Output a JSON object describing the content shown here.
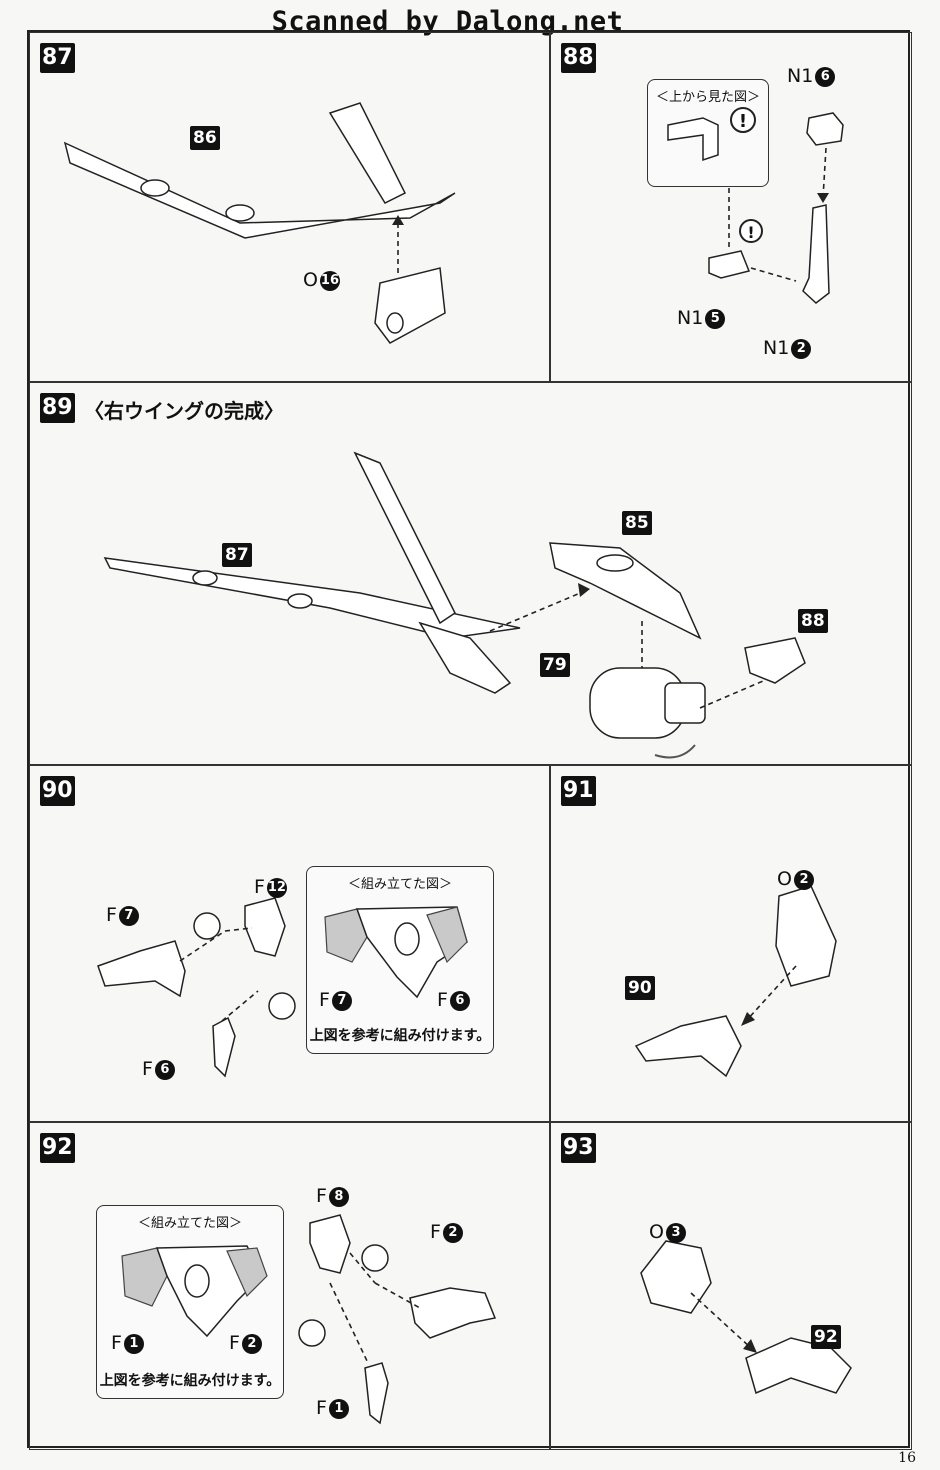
{
  "watermark": "Scanned by Dalong.net",
  "page_number": "16",
  "steps": {
    "s87": {
      "num": "87",
      "parts": {
        "wing": "86",
        "o_letter": "O",
        "o_num": "16"
      }
    },
    "s88": {
      "num": "88",
      "inset_title": "＜上から見た図＞",
      "parts": {
        "n16": "N1",
        "n16_num": "6",
        "n15": "N1",
        "n15_num": "5",
        "n12": "N1",
        "n12_num": "2"
      }
    },
    "s89": {
      "num": "89",
      "title": "〈右ウイングの完成〉",
      "parts": {
        "p87": "87",
        "p85": "85",
        "p88": "88",
        "p79": "79"
      }
    },
    "s90": {
      "num": "90",
      "inset_title": "＜組み立てた図＞",
      "inset_note": "上図を参考に組み付けます。",
      "parts": {
        "f7": "F",
        "f7_num": "7",
        "f12": "F",
        "f12_num": "12",
        "f6": "F",
        "f6_num": "6"
      }
    },
    "s91": {
      "num": "91",
      "parts": {
        "o_letter": "O",
        "o_num": "2",
        "p90": "90"
      }
    },
    "s92": {
      "num": "92",
      "inset_title": "＜組み立てた図＞",
      "inset_note": "上図を参考に組み付けます。",
      "parts": {
        "f8": "F",
        "f8_num": "8",
        "f2": "F",
        "f2_num": "2",
        "f1": "F",
        "f1_num": "1"
      }
    },
    "s93": {
      "num": "93",
      "parts": {
        "o_letter": "O",
        "o_num": "3",
        "p92": "92"
      }
    }
  },
  "icons": {
    "caution": "caution-icon",
    "rotate": "rotate-arrow-icon",
    "view": "view-eye-icon"
  }
}
